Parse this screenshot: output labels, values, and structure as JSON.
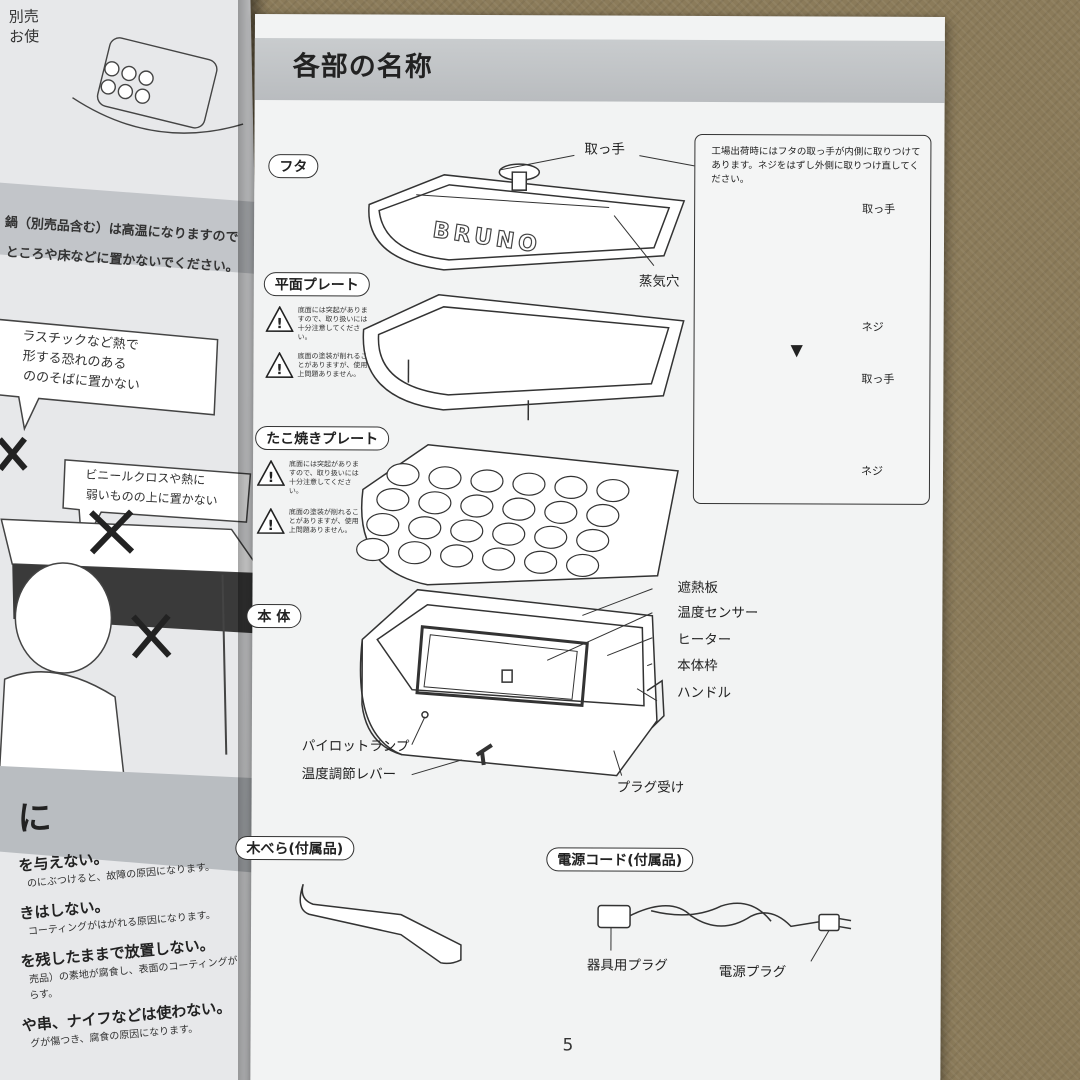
{
  "page": {
    "title": "各部の名称",
    "page_number": "5"
  },
  "sections": {
    "lid": "フタ",
    "flat_plate": "平面プレート",
    "takoyaki_plate": "たこ焼きプレート",
    "body": "本 体",
    "spatula": "木べら(付属品)",
    "power_cord": "電源コード(付属品)"
  },
  "labels": {
    "handle": "取っ手",
    "steam_hole": "蒸気穴",
    "heat_shield": "遮熱板",
    "temp_sensor": "温度センサー",
    "heater": "ヒーター",
    "body_frame": "本体枠",
    "body_handle": "ハンドル",
    "pilot_lamp": "パイロットランプ",
    "temp_lever": "温度調節レバー",
    "plug_receiver": "プラグ受け",
    "appliance_plug": "器具用プラグ",
    "power_plug": "電源プラグ",
    "brand": "BRUNO"
  },
  "warnings": {
    "flat_1": "底面には突起がありますので、取り扱いには十分注意してください。",
    "flat_2": "底面の塗装が削れることがありますが、使用上問題ありません。",
    "tako_1": "底面には突起がありますので、取り扱いには十分注意してください。",
    "tako_2": "底面の塗装が削れることがありますが、使用上問題ありません。"
  },
  "note": {
    "text": "工場出荷時にはフタの取っ手が内側に取りつけてあります。ネジをはずし外側に取りつけ直してください。",
    "handle": "取っ手",
    "screw": "ネジ",
    "handle2": "取っ手",
    "screw2": "ネジ",
    "arrow": "▼"
  },
  "left_page": {
    "top": "別売\nお使",
    "line1": "鍋（別売品含む）は高温になりますので",
    "line2": "ところや床などに置かないでください。",
    "bubble1a": "ラスチックなど熱で",
    "bubble1b": "形する恐れのある",
    "bubble1c": "ののそばに置かない",
    "bubble2a": "ビニールクロスや熱に",
    "bubble2b": "弱いものの上に置かない",
    "heading": "に",
    "r1": "を与えない。",
    "r1s": "のにぶつけると、故障の原因になります。",
    "r2": "きはしない。",
    "r2s": "コーティングがはがれる原因になります。",
    "r3": "を残したままで放置しない。",
    "r3s": "売品）の素地が腐食し、表面のコーティングが",
    "r3t": "らす。",
    "r4": "や串、ナイフなどは使わない。",
    "r4s": "グが傷つき、腐食の原因になります。"
  }
}
